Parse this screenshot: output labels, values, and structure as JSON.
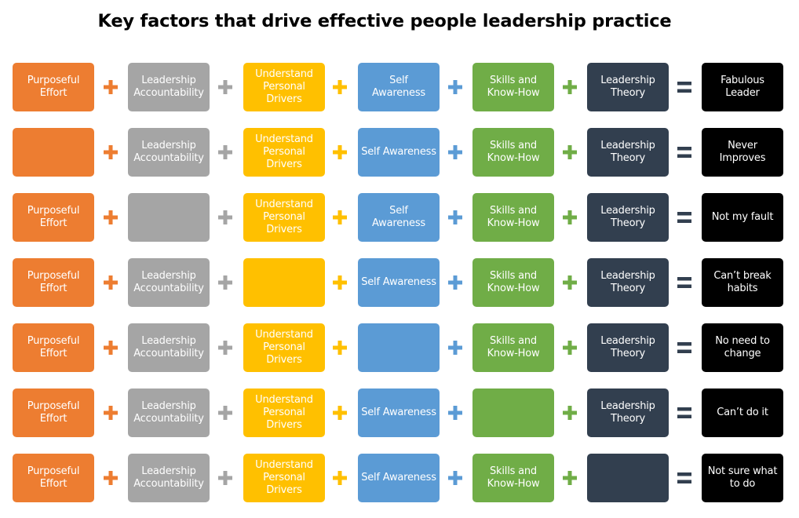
{
  "title": "Key factors that drive effective people leadership practice",
  "columns": [
    {
      "key": "purposeful_effort",
      "label": "Purposeful Effort",
      "color": "#ED7D31"
    },
    {
      "key": "leadership_accountability",
      "label": "Leadership Accountability",
      "color": "#A5A5A5"
    },
    {
      "key": "understand_personal_drivers",
      "label": "Understand Personal Drivers",
      "color": "#FFC000"
    },
    {
      "key": "self_awareness",
      "label": "Self Awareness",
      "color": "#5B9BD5"
    },
    {
      "key": "skills_know_how",
      "label": "Skills and Know-How",
      "color": "#70AD47"
    },
    {
      "key": "leadership_theory",
      "label": "Leadership Theory",
      "color": "#323F4F"
    },
    {
      "key": "outcome",
      "label": "",
      "color": "#000000"
    }
  ],
  "operator_colors": [
    "#ED7D31",
    "#A5A5A5",
    "#FFC000",
    "#5B9BD5",
    "#70AD47",
    "#323F4F"
  ],
  "rows": [
    {
      "cells": [
        "Purposeful\nEffort",
        "Leadership\nAccountability",
        "Understand\nPersonal\nDrivers",
        "Self\nAwareness",
        "Skills and\nKnow-How",
        "Leadership\nTheory"
      ],
      "outcome": "Fabulous\nLeader"
    },
    {
      "cells": [
        "",
        "Leadership\nAccountability",
        "Understand\nPersonal\nDrivers",
        "Self Awareness",
        "Skills and\nKnow-How",
        "Leadership\nTheory"
      ],
      "outcome": "Never\nImproves"
    },
    {
      "cells": [
        "Purposeful\nEffort",
        "",
        "Understand\nPersonal\nDrivers",
        "Self\nAwareness",
        "Skills and\nKnow-How",
        "Leadership\nTheory"
      ],
      "outcome": "Not my fault"
    },
    {
      "cells": [
        "Purposeful\nEffort",
        "Leadership\nAccountability",
        "",
        "Self Awareness",
        "Skills and\nKnow-How",
        "Leadership\nTheory"
      ],
      "outcome": "Can’t break\nhabits"
    },
    {
      "cells": [
        "Purposeful\nEffort",
        "Leadership\nAccountability",
        "Understand\nPersonal\nDrivers",
        "",
        "Skills and\nKnow-How",
        "Leadership\nTheory"
      ],
      "outcome": "No need to\nchange"
    },
    {
      "cells": [
        "Purposeful\nEffort",
        "Leadership\nAccountability",
        "Understand\nPersonal\nDrivers",
        "Self Awareness",
        "",
        "Leadership\nTheory"
      ],
      "outcome": "Can’t do it"
    },
    {
      "cells": [
        "Purposeful\nEffort",
        "Leadership\nAccountability",
        "Understand\nPersonal\nDrivers",
        "Self Awareness",
        "Skills and\nKnow-How",
        ""
      ],
      "outcome": "Not sure what\nto do"
    }
  ],
  "icons": {
    "plus": "plus-icon",
    "equals": "equals-icon",
    "equals_color": "#323F4F"
  }
}
